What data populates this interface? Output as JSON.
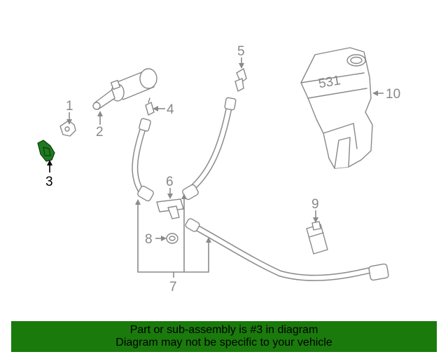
{
  "diagram": {
    "callouts": [
      "1",
      "2",
      "3",
      "4",
      "5",
      "6",
      "7",
      "8",
      "9",
      "10"
    ],
    "highlighted_callout": "3",
    "reservoir_marking": "531"
  },
  "colors": {
    "banner_bg": "#1a7a0c",
    "highlight_part": "#1f7a1f",
    "line_art": "#888888"
  },
  "banner": {
    "line1": "Part or sub-assembly is #3 in diagram",
    "line2": "Diagram may not be specific to your vehicle"
  }
}
